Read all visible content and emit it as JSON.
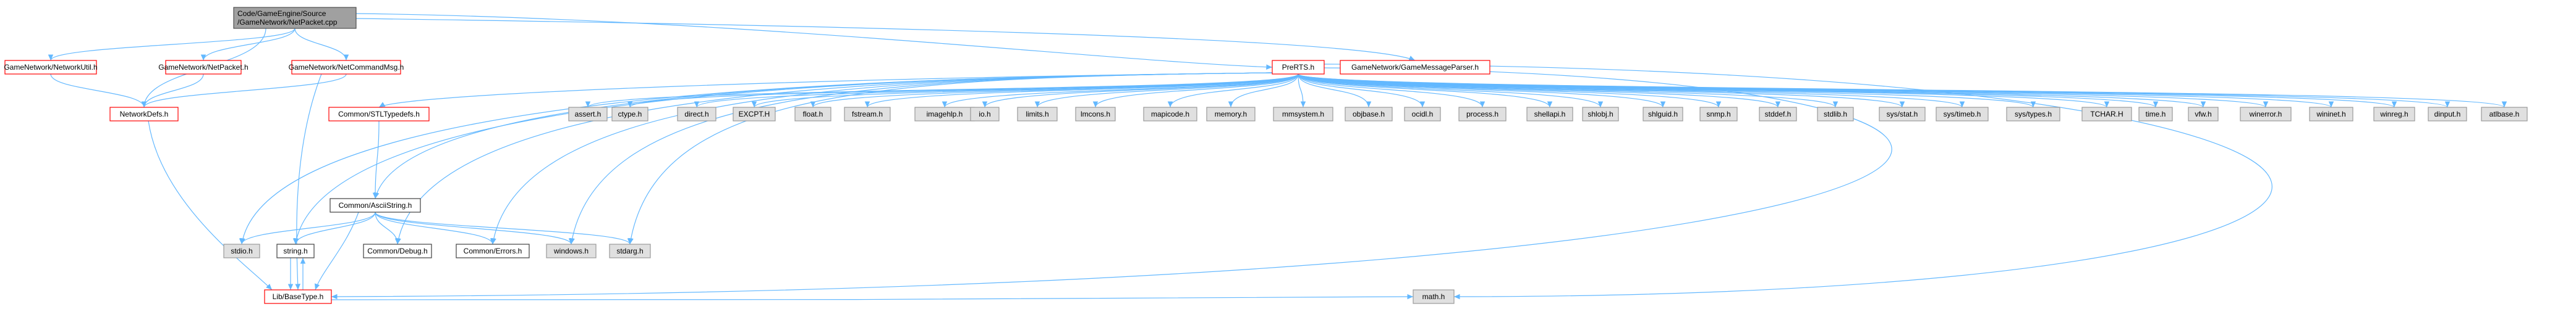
{
  "colors": {
    "edge": "#63b8ff",
    "root_fill": "#a0a0a0",
    "root_stroke": "#505050",
    "documented_fill": "#ffffff",
    "documented_stroke": "#ff0000",
    "plain_fill": "#ffffff",
    "plain_stroke": "#404040",
    "external_fill": "#e0e0e0",
    "external_stroke": "#999999"
  },
  "nodes": {
    "root": [
      "Code/GameEngine/Source",
      "/GameNetwork/NetPacket.cpp"
    ],
    "networkutil": "GameNetwork/NetworkUtil.h",
    "netpacket_h": "GameNetwork/NetPacket.h",
    "netcommandmsg": "GameNetwork/NetCommandMsg.h",
    "prerts": "PreRTS.h",
    "gamemessageparser": "GameNetwork/GameMessageParser.h",
    "networkdefs": "NetworkDefs.h",
    "stlnamespace": "Common/STLTypedefs.h",
    "asciistring": "Common/AsciiString.h",
    "stdio": "stdio.h",
    "string": "string.h",
    "debug": "Common/Debug.h",
    "errors": "Common/Errors.h",
    "windows": "windows.h",
    "stdarg": "stdarg.h",
    "basetype": "Lib/BaseType.h",
    "math": "math.h",
    "ext": [
      "assert.h",
      "ctype.h",
      "direct.h",
      "EXCPT.H",
      "float.h",
      "fstream.h",
      "imagehlp.h",
      "io.h",
      "limits.h",
      "lmcons.h",
      "mapicode.h",
      "memory.h",
      "mmsystem.h",
      "objbase.h",
      "ocidl.h",
      "process.h",
      "shellapi.h",
      "shlobj.h",
      "shlguid.h",
      "snmp.h",
      "stddef.h",
      "stdlib.h",
      "sys/stat.h",
      "sys/timeb.h",
      "sys/types.h",
      "TCHAR.H",
      "time.h",
      "vfw.h",
      "winerror.h",
      "wininet.h",
      "winreg.h",
      "dinput.h",
      "atlbase.h"
    ]
  }
}
